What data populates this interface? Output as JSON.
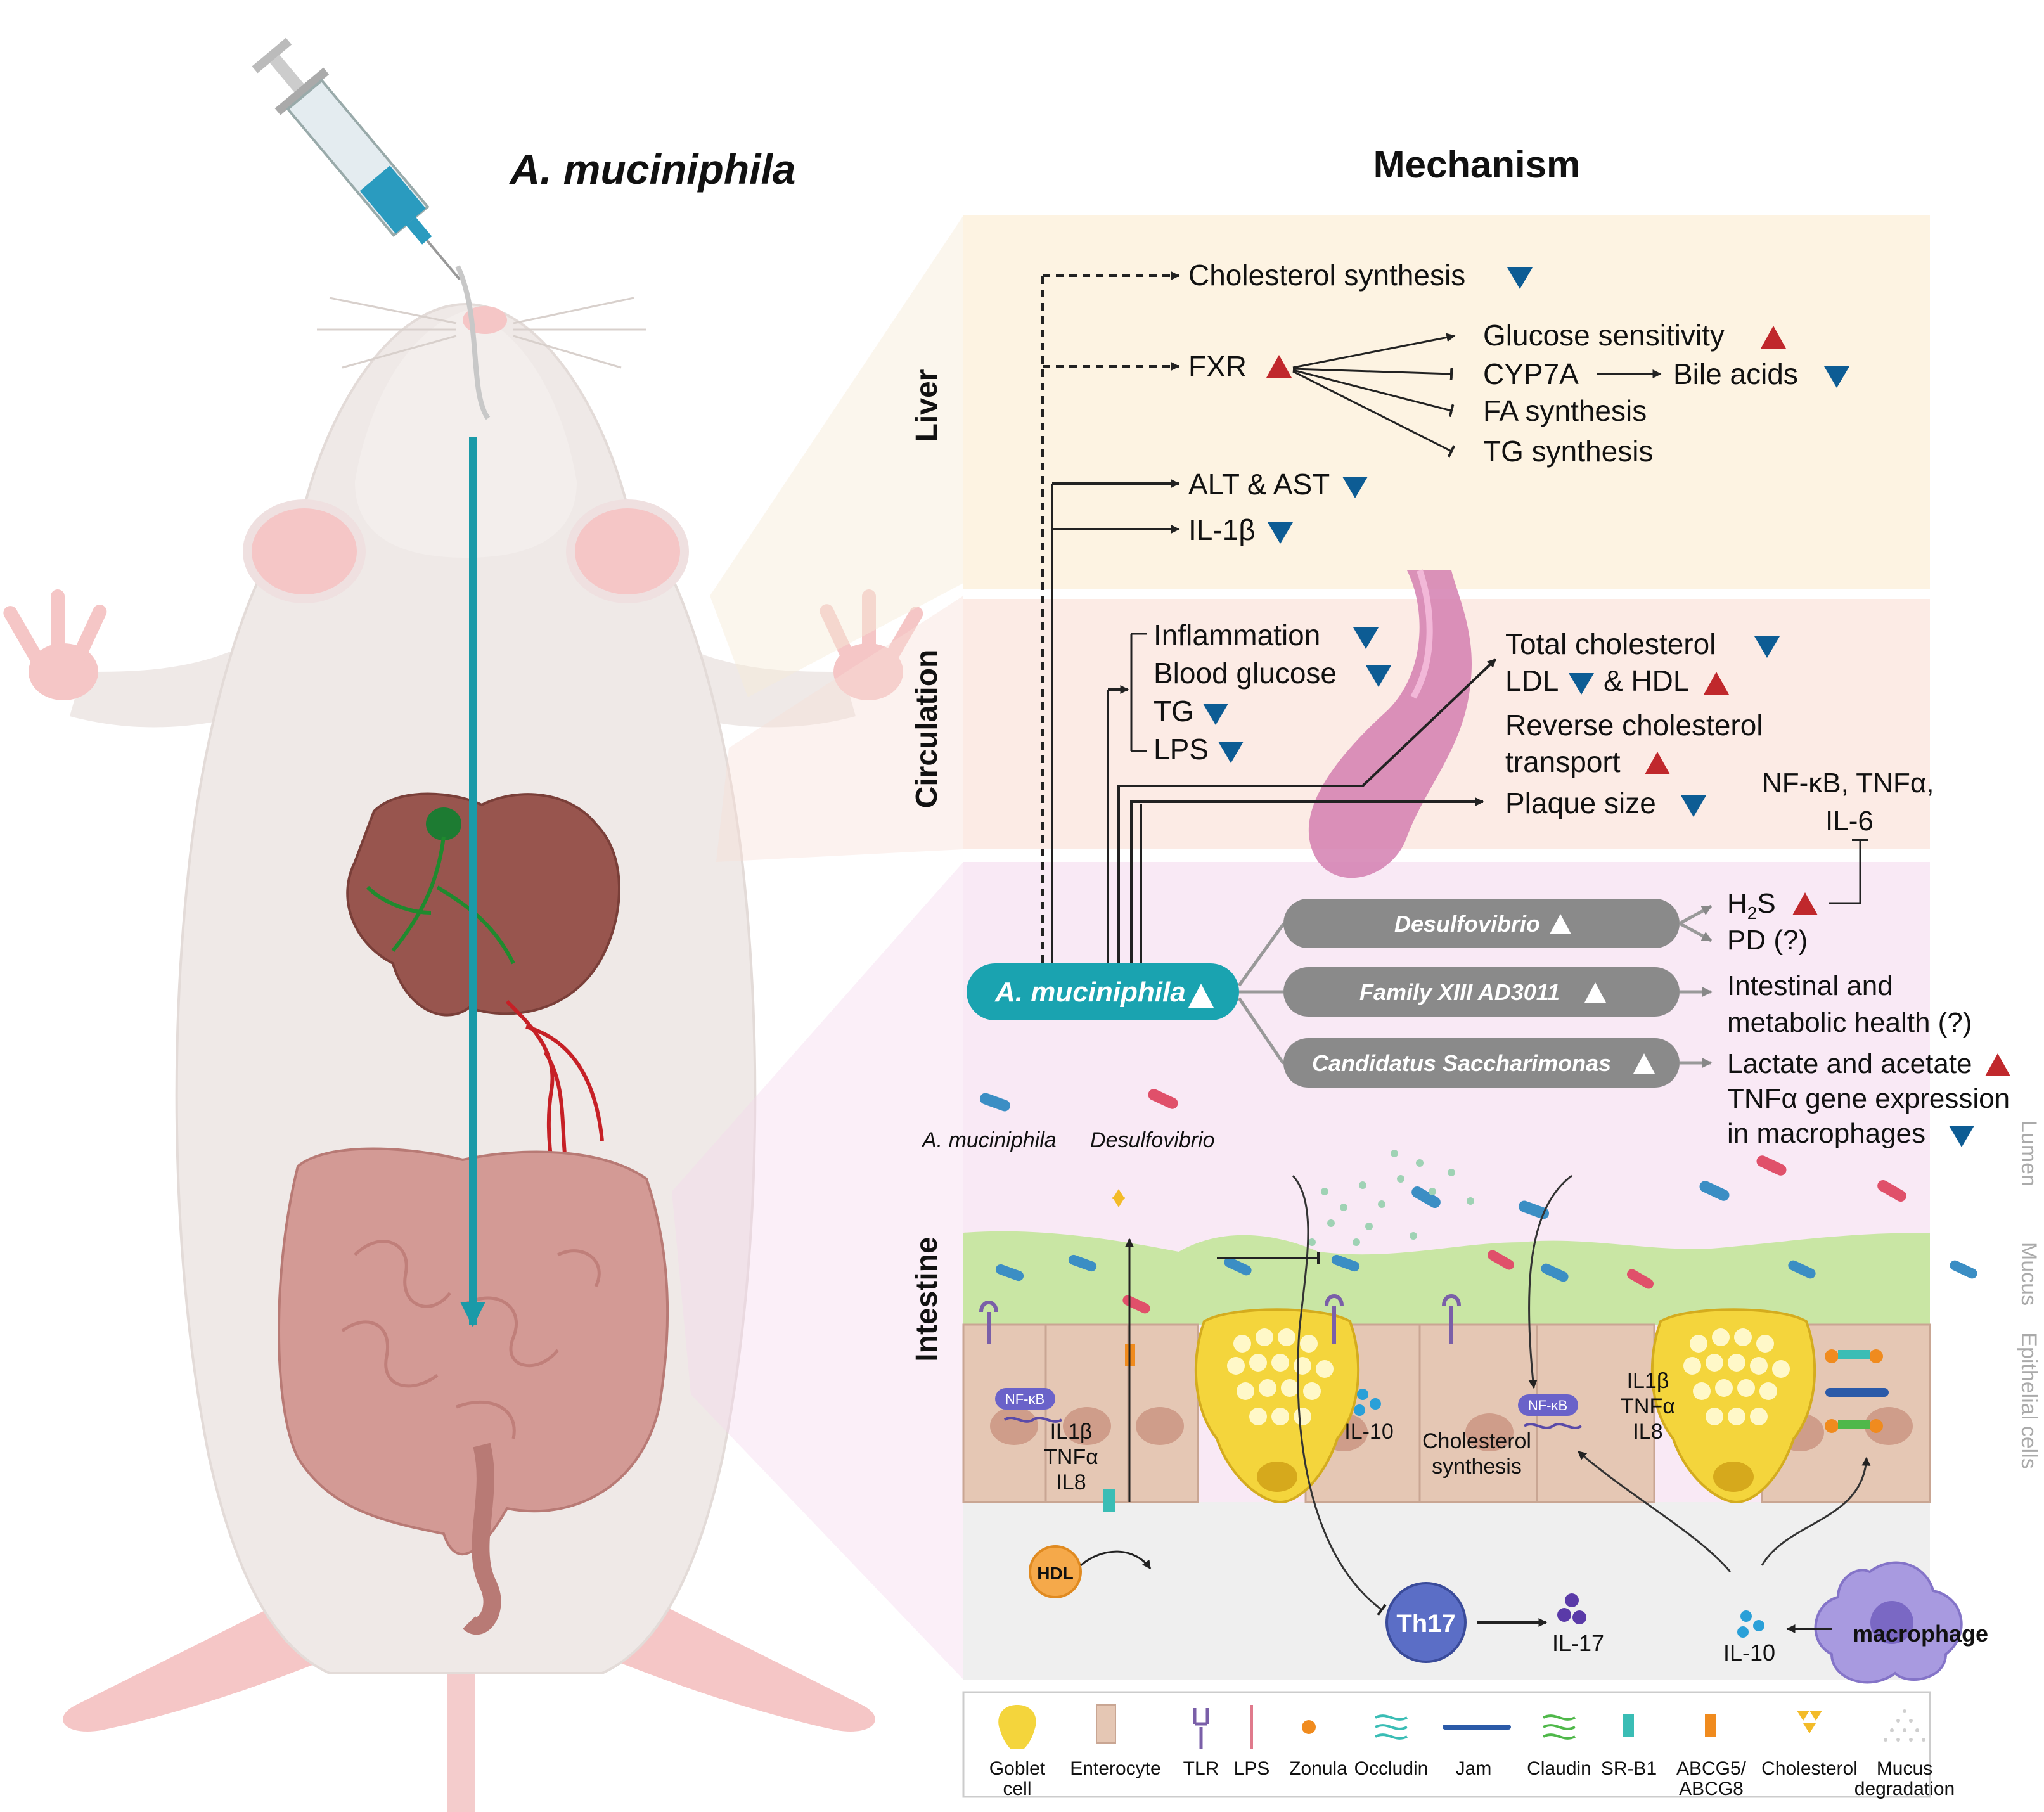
{
  "title_left": "A. muciniphila",
  "title_right": "Mechanism",
  "sections": {
    "liver": "Liver",
    "circulation": "Circulation",
    "intestine": "Intestine"
  },
  "side_labels": {
    "lumen": "Lumen",
    "mucus": "Mucus",
    "epithelial": "Epithelial cells"
  },
  "liver": {
    "cholesterol_synthesis": "Cholesterol synthesis",
    "fxr": "FXR",
    "glucose_sensitivity": "Glucose sensitivity",
    "cyp7a": "CYP7A",
    "bile_acids": "Bile acids",
    "fa_synthesis": "FA synthesis",
    "tg_synthesis": "TG synthesis",
    "alt_ast": "ALT & AST",
    "il1b": "IL-1β"
  },
  "circulation": {
    "inflammation": "Inflammation",
    "blood_glucose": "Blood glucose",
    "tg": "TG",
    "lps": "LPS",
    "total_cholesterol": "Total cholesterol",
    "ldl": "LDL",
    "hdl": "& HDL",
    "reverse_line1": "Reverse cholesterol",
    "reverse_line2": "transport",
    "plaque": "Plaque size"
  },
  "microbes": {
    "akk": "A. muciniphila",
    "desulfo": "Desulfovibrio",
    "family": "Family XIII AD3011",
    "saccha": "Candidatus Saccharimonas"
  },
  "outcomes": {
    "nfkb_line1": "NF-κB, TNFα,",
    "nfkb_line2": "IL-6",
    "h2s_main": "H",
    "h2s_sub": "2",
    "h2s_end": "S",
    "pd": "PD (?)",
    "intestinal_line1": "Intestinal and",
    "intestinal_line2": "metabolic health (?)",
    "lactate": "Lactate and acetate",
    "tnf_line1": "TNFα gene expression",
    "tnf_line2": "in macrophages"
  },
  "lumen_labels": {
    "akk": "A. muciniphila",
    "desulfo": "Desulfovibrio"
  },
  "cells": {
    "nfkb": "NF-κB",
    "il1b": "IL1β",
    "tnfa": "TNFα",
    "il8": "IL8",
    "hdl": "HDL",
    "il10": "IL-10",
    "chol_line1": "Cholesterol",
    "chol_line2": "synthesis",
    "th17": "Th17",
    "il17": "IL-17",
    "macrophage": "macrophage"
  },
  "legend": [
    {
      "line1": "Goblet",
      "line2": "cell"
    },
    {
      "line1": "Enterocyte",
      "line2": ""
    },
    {
      "line1": "TLR",
      "line2": ""
    },
    {
      "line1": "LPS",
      "line2": ""
    },
    {
      "line1": "Zonula",
      "line2": ""
    },
    {
      "line1": "Occludin",
      "line2": ""
    },
    {
      "line1": "Jam",
      "line2": ""
    },
    {
      "line1": "Claudin",
      "line2": ""
    },
    {
      "line1": "SR-B1",
      "line2": ""
    },
    {
      "line1": "ABCG5/",
      "line2": "ABCG8"
    },
    {
      "line1": "Cholesterol",
      "line2": ""
    },
    {
      "line1": "Mucus",
      "line2": "degradation"
    }
  ],
  "colors": {
    "liver_bg": "#fdf3e2",
    "circulation_bg": "#fcebe5",
    "intestine_bg": "#f9e9f5",
    "teal": "#1aa3b0",
    "pill_gray": "#8a8a8a",
    "up_red": "#c0282c",
    "down_blue": "#0d5c94",
    "mucus_green": "#c9e6a4",
    "cell_tan": "#e5c7b4"
  }
}
